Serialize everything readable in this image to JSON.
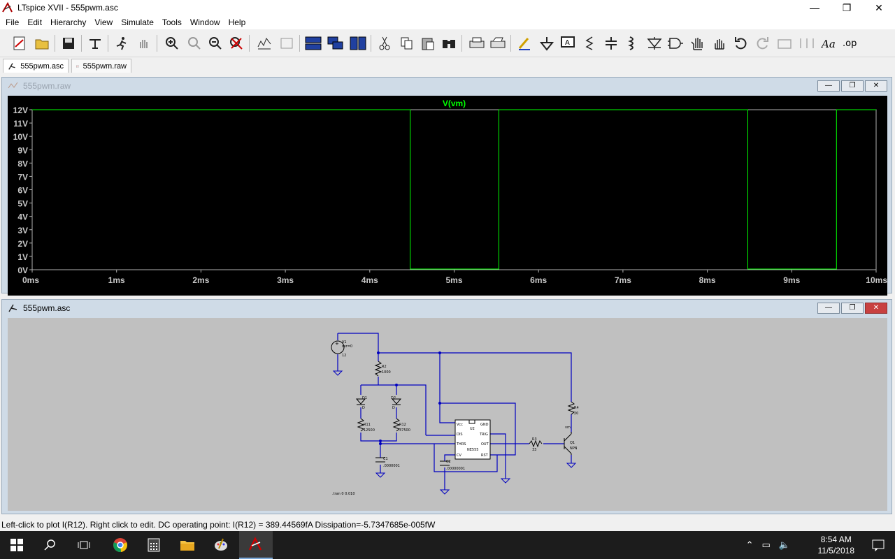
{
  "window": {
    "title": "LTspice XVII - 555pwm.asc"
  },
  "menu": [
    "File",
    "Edit",
    "Hierarchy",
    "View",
    "Simulate",
    "Tools",
    "Window",
    "Help"
  ],
  "tabs": [
    {
      "label": "555pwm.asc",
      "active": true
    },
    {
      "label": "555pwm.raw",
      "active": false
    }
  ],
  "waveform_window": {
    "title": "555pwm.raw"
  },
  "schematic_window": {
    "title": "555pwm.asc"
  },
  "chart_data": {
    "type": "line",
    "title": "V(vm)",
    "xlabel": "",
    "ylabel": "",
    "x_ticks": [
      "0ms",
      "1ms",
      "2ms",
      "3ms",
      "4ms",
      "5ms",
      "6ms",
      "7ms",
      "8ms",
      "9ms",
      "10ms"
    ],
    "y_ticks": [
      "12V",
      "11V",
      "10V",
      "9V",
      "8V",
      "7V",
      "6V",
      "5V",
      "4V",
      "3V",
      "2V",
      "1V",
      "0V"
    ],
    "xlim": [
      0,
      10
    ],
    "ylim": [
      0,
      12
    ],
    "grid": false,
    "series_color": "#00ff00",
    "series": [
      {
        "name": "V(vm)",
        "x": [
          0,
          4.48,
          4.48,
          5.53,
          5.53,
          8.48,
          8.48,
          9.53,
          9.53,
          10
        ],
        "y": [
          12,
          12,
          0.05,
          0.05,
          12,
          12,
          0.05,
          0.05,
          12,
          12
        ]
      }
    ]
  },
  "schematic": {
    "labels": {
      "v1_name": "V1",
      "v1_value": "12",
      "v1_param": "ser=0",
      "r2_name": "R2",
      "r2_value": "1000",
      "d1_name": "D1",
      "d1_value": "D",
      "d2_name": "D2",
      "d2_value": "D",
      "r11_name": "R11",
      "r11_value": "12500",
      "r12_name": "R12",
      "r12_value": "37500",
      "c1_name": "C1",
      "c1_value": ".0000001",
      "c2_name": "C2",
      "c2_value": ".00000001",
      "u2_name": "U2",
      "u2_model": "NE555",
      "pin_vcc": "Vcc",
      "pin_gnd": "GND",
      "pin_dis": "DIS",
      "pin_trig": "TRIG",
      "pin_thrs": "THRS",
      "pin_out": "OUT",
      "pin_cv": "CV",
      "pin_rst": "RST",
      "r3_name": "R3",
      "r3_value": "33",
      "r4_name": "R4",
      "r4_value": "20",
      "vm_label": "vm",
      "q1_name": "Q1",
      "q1_model": "NPN",
      "tran": ".tran 0 0.010"
    }
  },
  "status": "Left-click to plot I(R12).  Right click to edit.  DC operating point: I(R12) = 389.44569fA   Dissipation=-5.7347685e-005fW",
  "clock": {
    "time": "8:54 AM",
    "date": "11/5/2018"
  }
}
